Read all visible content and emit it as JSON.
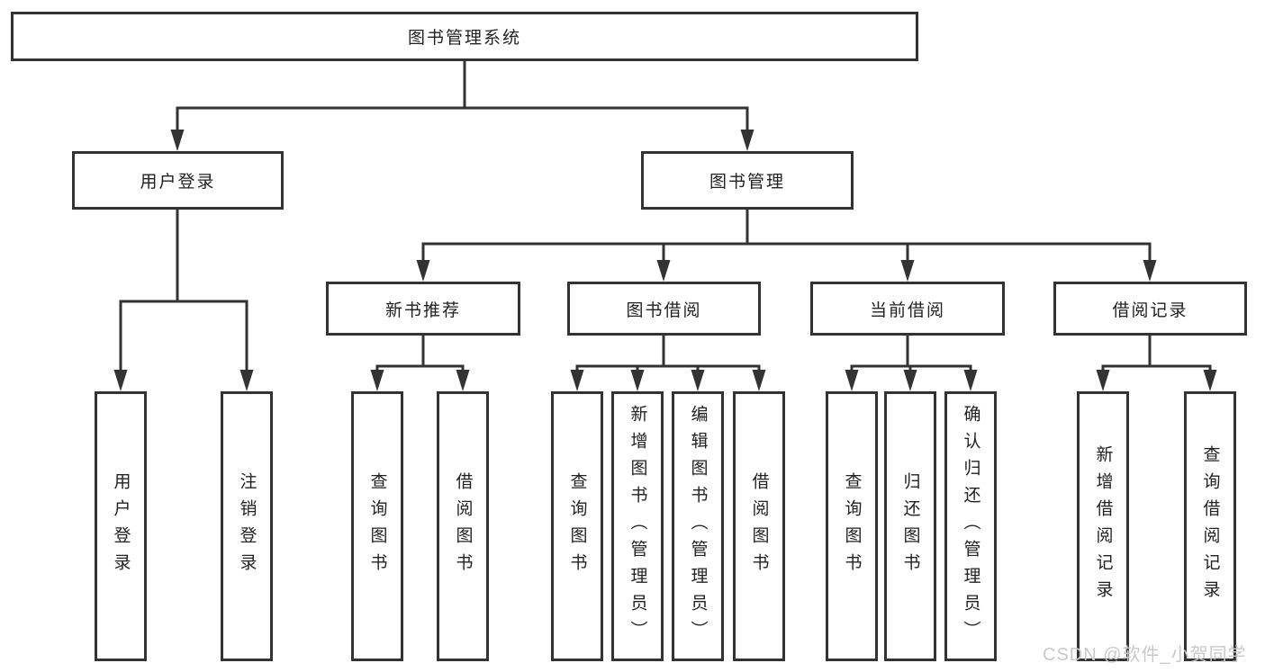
{
  "title": "图书管理系统",
  "level2": [
    "用户登录",
    "图书管理"
  ],
  "level3": [
    "新书推荐",
    "图书借阅",
    "当前借阅",
    "借阅记录"
  ],
  "leaves": {
    "user_login": [
      "用户登录",
      "注销登录"
    ],
    "new_book": [
      "查询图书",
      "借阅图书"
    ],
    "book_borrow": [
      "查询图书",
      "新增图书（管理员）",
      "编辑图书（管理员）",
      "借阅图书"
    ],
    "current_borrow": [
      "查询图书",
      "归还图书",
      "确认归还（管理员）"
    ],
    "borrow_records": [
      "新增借阅记录",
      "查询借阅记录"
    ]
  },
  "watermark": "CSDN @软件_小贺同学",
  "colors": {
    "line": "#333333",
    "text": "#222222",
    "watermark": "#c9c9c9",
    "background": "#ffffff"
  }
}
